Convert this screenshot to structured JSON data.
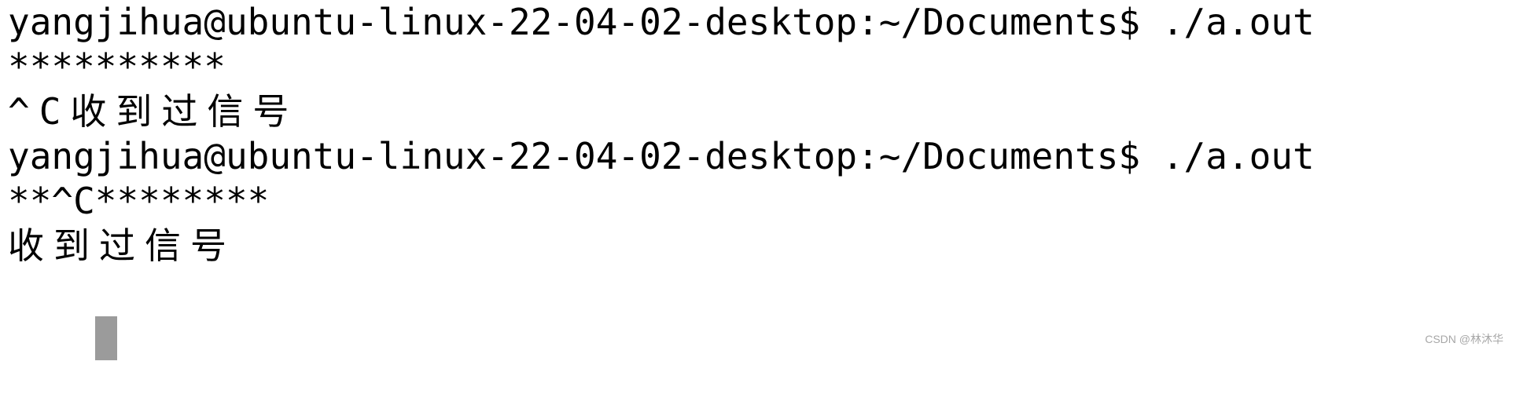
{
  "terminal": {
    "lines": [
      "yangjihua@ubuntu-linux-22-04-02-desktop:~/Documents$ ./a.out",
      "**********",
      "^C收到过信号",
      "yangjihua@ubuntu-linux-22-04-02-desktop:~/Documents$ ./a.out",
      "**^C********",
      "收到过信号"
    ]
  },
  "watermark": "CSDN @林沐华"
}
